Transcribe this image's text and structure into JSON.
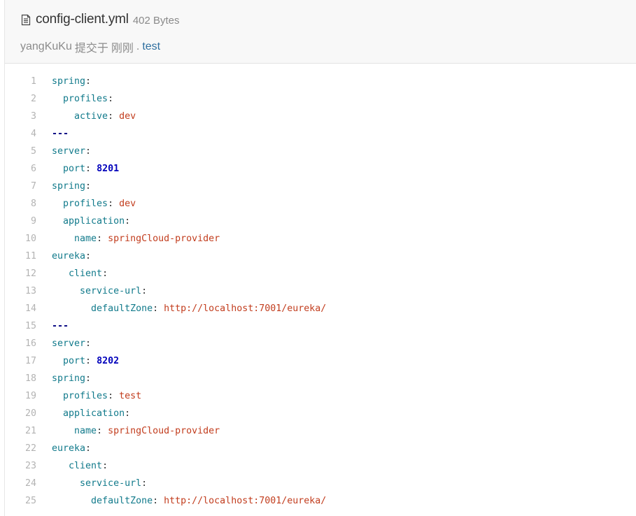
{
  "header": {
    "file_name": "config-client.yml",
    "file_size": "402 Bytes",
    "commit_author": "yangKuKu",
    "commit_action": "提交于",
    "commit_time": "刚刚",
    "commit_sep": ".",
    "commit_branch": "test"
  },
  "icons": {
    "file": "file-text-icon"
  },
  "colors": {
    "key": "#117a8b",
    "string": "#c23d1e",
    "number": "#0000bb",
    "doc_separator": "#000080",
    "line_number": "#b3b3b3"
  },
  "code_lines": [
    {
      "num": "1",
      "indent": "",
      "key": "spring",
      "colon": ":",
      "value": "",
      "vtype": ""
    },
    {
      "num": "2",
      "indent": "  ",
      "key": "profiles",
      "colon": ":",
      "value": "",
      "vtype": ""
    },
    {
      "num": "3",
      "indent": "    ",
      "key": "active",
      "colon": ": ",
      "value": "dev",
      "vtype": "str"
    },
    {
      "num": "4",
      "indent": "",
      "key": "",
      "colon": "",
      "value": "---",
      "vtype": "doc"
    },
    {
      "num": "5",
      "indent": "",
      "key": "server",
      "colon": ":",
      "value": "",
      "vtype": ""
    },
    {
      "num": "6",
      "indent": "  ",
      "key": "port",
      "colon": ": ",
      "value": "8201",
      "vtype": "num"
    },
    {
      "num": "7",
      "indent": "",
      "key": "spring",
      "colon": ":",
      "value": "",
      "vtype": ""
    },
    {
      "num": "8",
      "indent": "  ",
      "key": "profiles",
      "colon": ": ",
      "value": "dev",
      "vtype": "str"
    },
    {
      "num": "9",
      "indent": "  ",
      "key": "application",
      "colon": ":",
      "value": "",
      "vtype": ""
    },
    {
      "num": "10",
      "indent": "    ",
      "key": "name",
      "colon": ": ",
      "value": "springCloud-provider",
      "vtype": "str"
    },
    {
      "num": "11",
      "indent": "",
      "key": "eureka",
      "colon": ":",
      "value": "",
      "vtype": ""
    },
    {
      "num": "12",
      "indent": "   ",
      "key": "client",
      "colon": ":",
      "value": "",
      "vtype": ""
    },
    {
      "num": "13",
      "indent": "     ",
      "key": "service-url",
      "colon": ":",
      "value": "",
      "vtype": ""
    },
    {
      "num": "14",
      "indent": "       ",
      "key": "defaultZone",
      "colon": ": ",
      "value": "http://localhost:7001/eureka/",
      "vtype": "str"
    },
    {
      "num": "15",
      "indent": "",
      "key": "",
      "colon": "",
      "value": "---",
      "vtype": "doc"
    },
    {
      "num": "16",
      "indent": "",
      "key": "server",
      "colon": ":",
      "value": "",
      "vtype": ""
    },
    {
      "num": "17",
      "indent": "  ",
      "key": "port",
      "colon": ": ",
      "value": "8202",
      "vtype": "num"
    },
    {
      "num": "18",
      "indent": "",
      "key": "spring",
      "colon": ":",
      "value": "",
      "vtype": ""
    },
    {
      "num": "19",
      "indent": "  ",
      "key": "profiles",
      "colon": ": ",
      "value": "test",
      "vtype": "str"
    },
    {
      "num": "20",
      "indent": "  ",
      "key": "application",
      "colon": ":",
      "value": "",
      "vtype": ""
    },
    {
      "num": "21",
      "indent": "    ",
      "key": "name",
      "colon": ": ",
      "value": "springCloud-provider",
      "vtype": "str"
    },
    {
      "num": "22",
      "indent": "",
      "key": "eureka",
      "colon": ":",
      "value": "",
      "vtype": ""
    },
    {
      "num": "23",
      "indent": "   ",
      "key": "client",
      "colon": ":",
      "value": "",
      "vtype": ""
    },
    {
      "num": "24",
      "indent": "     ",
      "key": "service-url",
      "colon": ":",
      "value": "",
      "vtype": ""
    },
    {
      "num": "25",
      "indent": "       ",
      "key": "defaultZone",
      "colon": ": ",
      "value": "http://localhost:7001/eureka/",
      "vtype": "str"
    }
  ]
}
